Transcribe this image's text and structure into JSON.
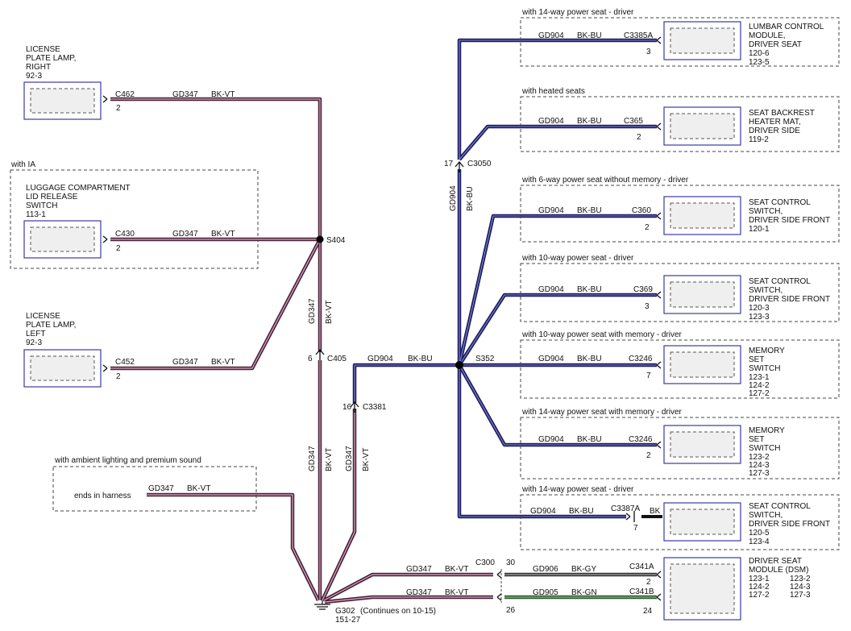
{
  "components": {
    "lamp_right": {
      "lines": [
        "LICENSE",
        "PLATE LAMP,",
        "RIGHT",
        "92-3"
      ],
      "connector": "C462",
      "pin": "2"
    },
    "luggage": {
      "lines": [
        "LUGGAGE COMPARTMENT",
        "LID RELEASE",
        "SWITCH",
        "113-1"
      ],
      "connector": "C430",
      "pin": "2",
      "option": "with IA"
    },
    "lamp_left": {
      "lines": [
        "LICENSE",
        "PLATE LAMP,",
        "LEFT",
        "92-3"
      ],
      "connector": "C452",
      "pin": "2"
    },
    "lumbar": {
      "lines": [
        "LUMBAR CONTROL",
        "MODULE,",
        "DRIVER SEAT",
        "120-6",
        "123-5"
      ],
      "connector": "C3385A",
      "pin": "3",
      "option": "with 14-way power seat - driver"
    },
    "backrest": {
      "lines": [
        "SEAT BACKREST",
        "HEATER MAT,",
        "DRIVER SIDE",
        "119-2"
      ],
      "connector": "C365",
      "pin": "2",
      "option": "with heated seats"
    },
    "seat_ctrl_6": {
      "lines": [
        "SEAT CONTROL",
        "SWITCH,",
        "DRIVER SIDE FRONT",
        "120-1"
      ],
      "connector": "C360",
      "pin": "2",
      "option": "with 6-way power seat without memory - driver"
    },
    "seat_ctrl_10": {
      "lines": [
        "SEAT CONTROL",
        "SWITCH,",
        "DRIVER SIDE FRONT",
        "120-3",
        "123-3"
      ],
      "connector": "C369",
      "pin": "3",
      "option": "with 10-way power seat - driver"
    },
    "memory_10": {
      "lines": [
        "MEMORY",
        "SET",
        "SWITCH",
        "123-1",
        "124-2",
        "127-2"
      ],
      "connector": "C3246",
      "pin": "7",
      "option": "with 10-way power seat with memory - driver"
    },
    "memory_14": {
      "lines": [
        "MEMORY",
        "SET",
        "SWITCH",
        "123-2",
        "124-3",
        "127-3"
      ],
      "connector": "C3246",
      "pin": "2",
      "option": "with 14-way power seat with memory - driver"
    },
    "seat_ctrl_14": {
      "lines": [
        "SEAT CONTROL",
        "SWITCH,",
        "DRIVER SIDE FRONT",
        "120-5",
        "123-4"
      ],
      "connector": "C3387A",
      "pin": "7",
      "color_tag": "BK",
      "option": "with 14-way power seat - driver"
    },
    "dsm": {
      "lines": [
        "DRIVER SEAT",
        "MODULE (DSM)"
      ],
      "refs_left": [
        "123-1",
        "124-2",
        "127-2"
      ],
      "refs_right": [
        "123-2",
        "124-3",
        "127-3"
      ],
      "connector_a": "C341A",
      "pin_a": "2",
      "connector_b": "C341B",
      "pin_b": "24"
    }
  },
  "wires": {
    "gd347": "GD347",
    "gd904": "GD904",
    "gd906": "GD906",
    "gd905": "GD905",
    "bk_vt": "BK-VT",
    "bk_bu": "BK-BU",
    "bk_gy": "BK-GY",
    "bk_gn": "BK-GN"
  },
  "splices": {
    "s404": "S404",
    "s352": "S352"
  },
  "connectors": {
    "c405": "C405",
    "c405_pin": "6",
    "c3381": "C3381",
    "c3381_pin": "16",
    "c3050": "C3050",
    "c3050_pin": "17",
    "c300": "C300",
    "c300_pin_a": "30",
    "c300_pin_b": "26"
  },
  "ambient": {
    "option": "with ambient lighting and premium sound",
    "note": "ends in harness"
  },
  "ground": {
    "name": "G302",
    "ref": "151-27",
    "continues": "(Continues on 10-15)"
  },
  "colors": {
    "module_border": "#3a3aa8",
    "bk_vt_wire": "#4a2238",
    "bk_bu_wire": "#1d1d5e",
    "bk_gn_wire": "#2c5a2c",
    "bk_gy_wire": "#333333"
  }
}
